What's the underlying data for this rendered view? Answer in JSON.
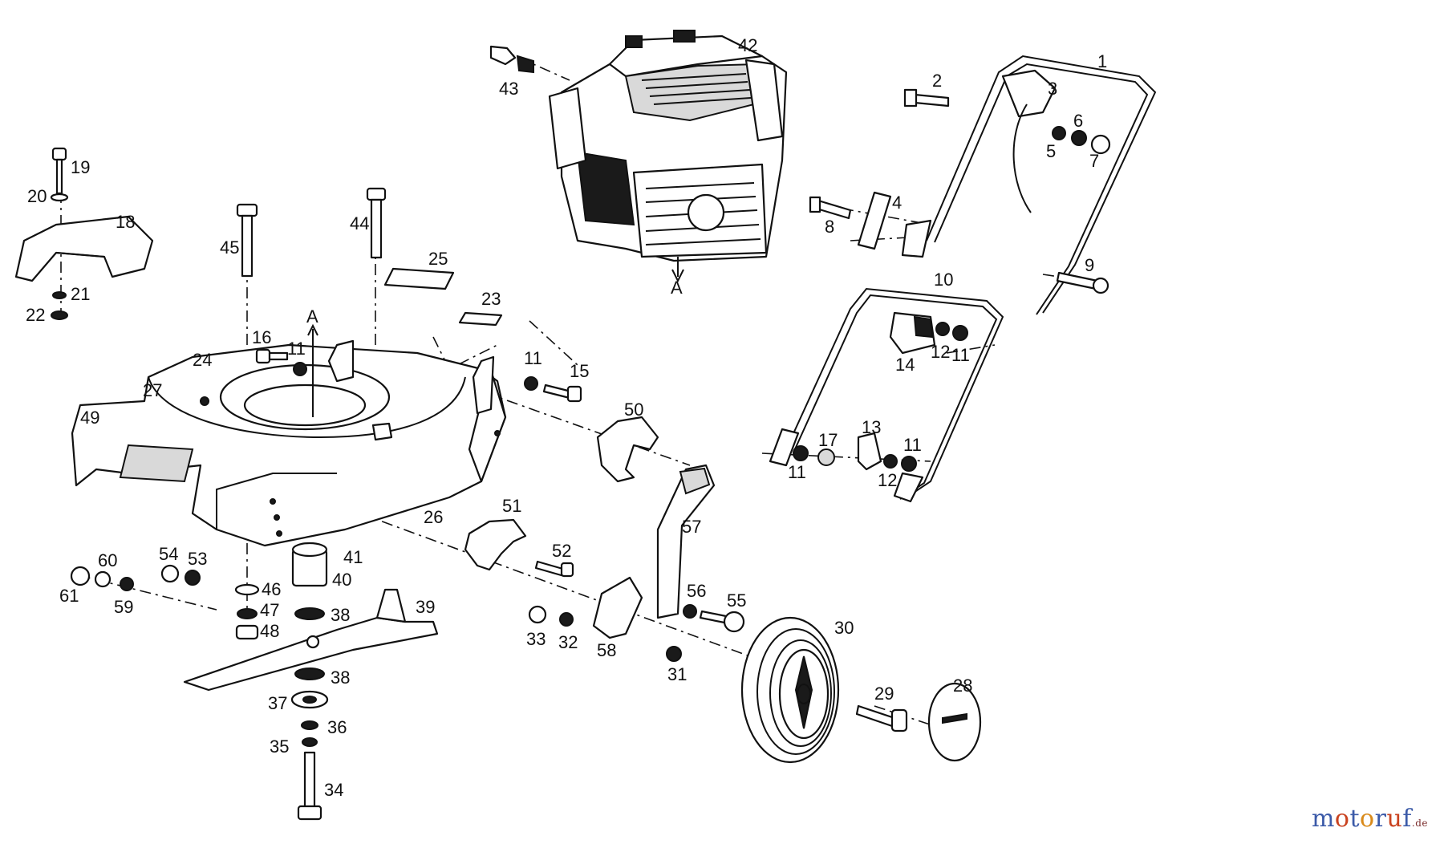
{
  "logo": {
    "text": "motoruf",
    "suffix": ".de",
    "colors": [
      "#3b5aa8",
      "#c9421f",
      "#3b5aa8",
      "#d98a1a",
      "#3b5aa8",
      "#c9421f",
      "#3b5aa8"
    ]
  },
  "labels": {
    "n1": "1",
    "n2": "2",
    "n3": "3",
    "n4": "4",
    "n5": "5",
    "n6": "6",
    "n7": "7",
    "n8": "8",
    "n9": "9",
    "n10": "10",
    "n11a": "11",
    "n11b": "11",
    "n11c": "11",
    "n11d": "11",
    "n11e": "11",
    "n12a": "12",
    "n12b": "12",
    "n13": "13",
    "n14": "14",
    "n15": "15",
    "n16": "16",
    "n17": "17",
    "n18": "18",
    "n19": "19",
    "n20": "20",
    "n21": "21",
    "n22": "22",
    "n23": "23",
    "n24": "24",
    "n25": "25",
    "n26": "26",
    "n27": "27",
    "n28": "28",
    "n29": "29",
    "n30": "30",
    "n31": "31",
    "n32": "32",
    "n33": "33",
    "n34": "34",
    "n35": "35",
    "n36": "36",
    "n37": "37",
    "n38a": "38",
    "n38b": "38",
    "n39": "39",
    "n40": "40",
    "n41": "41",
    "n42": "42",
    "n43": "43",
    "n44": "44",
    "n45": "45",
    "n46": "46",
    "n47": "47",
    "n48": "48",
    "n49": "49",
    "n50": "50",
    "n51": "51",
    "n52": "52",
    "n53": "53",
    "n54": "54",
    "n55": "55",
    "n56": "56",
    "n57": "57",
    "n58": "58",
    "n59": "59",
    "n60": "60",
    "n61": "61",
    "a_top": "A",
    "a_engine": "A"
  }
}
